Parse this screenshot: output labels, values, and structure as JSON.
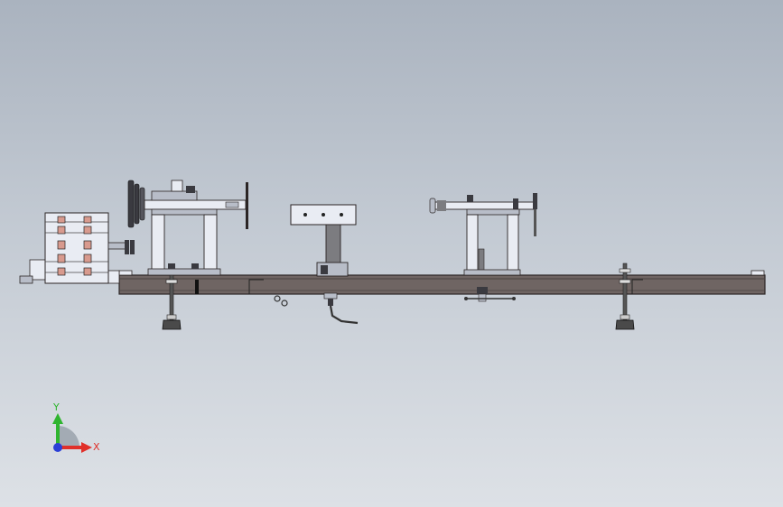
{
  "viewport": {
    "name": "cad-graphics-area",
    "background_top": "#aab3bf",
    "background_bottom": "#dde1e6"
  },
  "triad": {
    "x_label": "X",
    "y_label": "Y",
    "x_color": "#e0302a",
    "y_color": "#2fb52f",
    "z_color": "#2a3fd6"
  },
  "colors": {
    "frame_rail": "#6f6563",
    "frame_edge": "#2b2525",
    "part_light": "#e9ecf3",
    "part_mid": "#b8bdc8",
    "part_dark": "#3a3a40",
    "copper": "#d89a8e",
    "post": "#7c7c80"
  }
}
